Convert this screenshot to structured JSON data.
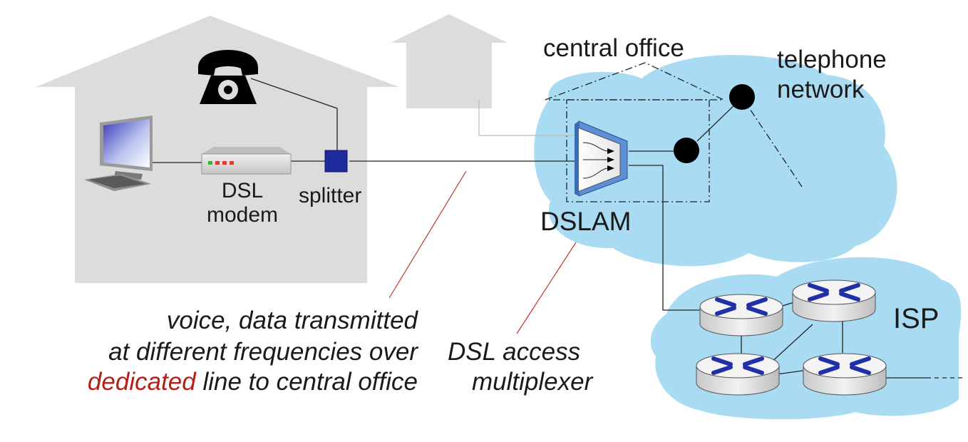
{
  "labels": {
    "central_office": "central office",
    "telephone_network_line1": "telephone",
    "telephone_network_line2": "network",
    "dsl_modem_line1": "DSL",
    "dsl_modem_line2": "modem",
    "splitter": "splitter",
    "dslam": "DSLAM",
    "isp": "ISP",
    "caption_line1": "voice, data transmitted",
    "caption_line2": "at different frequencies over",
    "caption_line3_highlight": "dedicated",
    "caption_line3_rest": " line to central office",
    "dslam_desc_line1": "DSL access",
    "dslam_desc_line2": "multiplexer"
  },
  "colors": {
    "house": "#dcdcdc",
    "cloud": "#a9dcf3",
    "highlight": "#b22218",
    "pointer_line": "#c0392b",
    "splitter": "#1c2a9c",
    "dslam": "#5b8fd6",
    "router_cross": "#2230a8"
  },
  "icons": [
    "telephone-icon",
    "computer-icon",
    "dsl-modem-icon",
    "splitter-icon",
    "dslam-icon",
    "switch-node-icon",
    "router-icon"
  ]
}
